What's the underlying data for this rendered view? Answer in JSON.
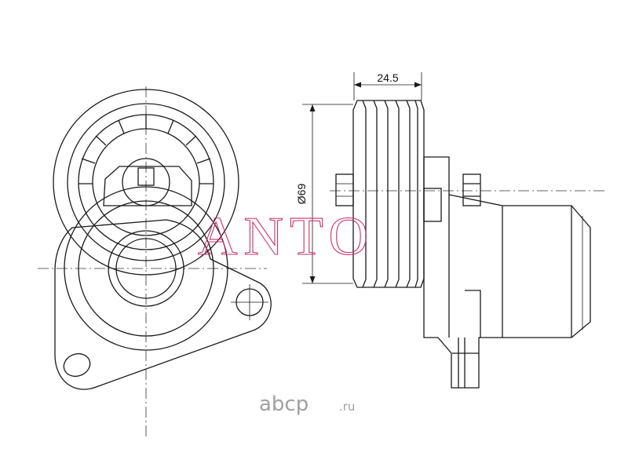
{
  "diagram": {
    "dimensions": {
      "width_label": "24.5",
      "diameter_label": "Ø69"
    },
    "watermark": {
      "text": "ANTO",
      "color": "#c8326e"
    },
    "brand": {
      "name": "abcp",
      "suffix": ".ru",
      "color": "#a0a0a0"
    }
  }
}
